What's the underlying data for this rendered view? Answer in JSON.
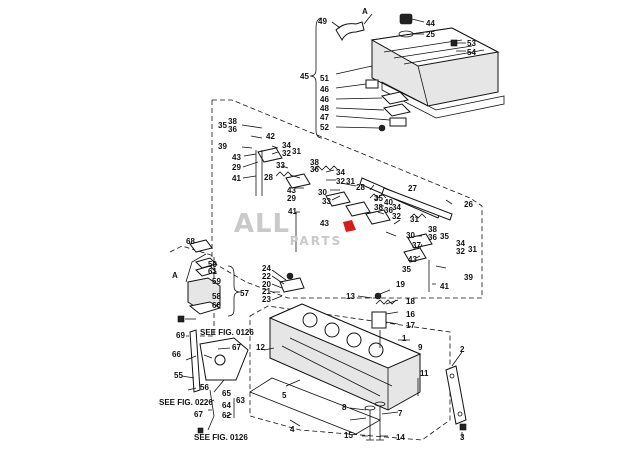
{
  "diagram": {
    "watermark": {
      "line1": "ALL",
      "line2": "PARTS",
      "accent": "#d41c1c",
      "color": "#c9c9c9"
    },
    "callouts": {
      "c1": "1",
      "c2": "2",
      "c3": "3",
      "c4": "4",
      "c5": "5",
      "c7": "7",
      "c8": "8",
      "c9": "9",
      "c11": "11",
      "c12": "12",
      "c13": "13",
      "c14": "14",
      "c15": "15",
      "c16": "16",
      "c17": "17",
      "c18": "18",
      "c19": "19",
      "c20": "20",
      "c21": "21",
      "c22": "22",
      "c23": "23",
      "c24": "24",
      "c25": "25",
      "c26": "26",
      "c27": "27",
      "c28a": "28",
      "c28b": "28",
      "c29a": "29",
      "c29b": "29",
      "c30a": "30",
      "c30b": "30",
      "c31a": "31",
      "c31b": "31",
      "c31c": "31",
      "c31d": "31",
      "c32a": "32",
      "c32b": "32",
      "c32c": "32",
      "c32d": "32",
      "c33a": "33",
      "c33b": "33",
      "c34a": "34",
      "c34b": "34",
      "c34c": "34",
      "c34d": "34",
      "c35a": "35",
      "c35b": "35",
      "c35c": "35",
      "c35d": "35",
      "c36a": "36",
      "c36b": "36",
      "c36c": "36",
      "c36d": "36",
      "c37": "37",
      "c38a": "38",
      "c38b": "38",
      "c38c": "38",
      "c38d": "38",
      "c39a": "39",
      "c39b": "39",
      "c40": "40",
      "c41a": "41",
      "c41b": "41",
      "c41c": "41",
      "c42": "42",
      "c43a": "43",
      "c43b": "43",
      "c43c": "43",
      "c43d": "43",
      "c44": "44",
      "c45": "45",
      "c46a": "46",
      "c46b": "46",
      "c47": "47",
      "c48": "48",
      "c49": "49",
      "c50": "50",
      "c51": "51",
      "c52": "52",
      "c53": "53",
      "c54": "54",
      "c55": "55",
      "c56": "56",
      "c57": "57",
      "c58": "58",
      "c59": "59",
      "c60": "60",
      "c61": "61",
      "c62": "62",
      "c63": "63",
      "c64": "64",
      "c65": "65",
      "c66": "66",
      "c67a": "67",
      "c67b": "67",
      "c68": "68",
      "c69": "69",
      "cA1": "A",
      "cA2": "A"
    },
    "refs": {
      "see_fig_1": "SEE FIG. 0126",
      "see_fig_2": "SEE FIG. 0226",
      "see_fig_3": "SEE FIG. 0126"
    }
  }
}
